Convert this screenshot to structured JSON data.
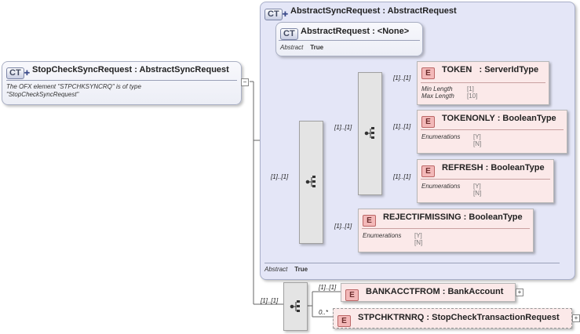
{
  "root": {
    "tag": "CT",
    "title": "StopCheckSyncRequest : AbstractSyncRequest",
    "doc_line1": "The OFX element \"STPCHKSYNCRQ\" is of type",
    "doc_line2": "\"StopCheckSyncRequest\"",
    "collapse": "−"
  },
  "abstract_sync": {
    "tag": "CT",
    "title": "AbstractSyncRequest : AbstractRequest",
    "abstract_label": "Abstract",
    "abstract_value": "True"
  },
  "abstract_request": {
    "tag": "CT",
    "title": "AbstractRequest : <None>",
    "abstract_label": "Abstract",
    "abstract_value": "True"
  },
  "elements": {
    "token": {
      "tag": "E",
      "title": "TOKEN   : ServerIdType",
      "cardinality": "[1]..[1]",
      "facets": [
        {
          "key": "Min Length",
          "value": "[1]"
        },
        {
          "key": "Max Length",
          "value": "[10]"
        }
      ]
    },
    "tokenonly": {
      "tag": "E",
      "title": "TOKENONLY : BooleanType",
      "cardinality": "[1]..[1]",
      "enum_label": "Enumerations",
      "enum_values": [
        "[Y]",
        "[N]"
      ]
    },
    "refresh": {
      "tag": "E",
      "title": "REFRESH : BooleanType",
      "cardinality": "[1]..[1]",
      "enum_label": "Enumerations",
      "enum_values": [
        "[Y]",
        "[N]"
      ]
    },
    "rejectifmissing": {
      "tag": "E",
      "title": "REJECTIFMISSING : BooleanType",
      "cardinality": "[1]..[1]",
      "enum_label": "Enumerations",
      "enum_values": [
        "[Y]",
        "[N]"
      ]
    },
    "bankacctfrom": {
      "tag": "E",
      "title": "BANKACCTFROM : BankAccount",
      "cardinality": "[1]..[1]",
      "expand": "+"
    },
    "stpchktrnrq": {
      "tag": "E",
      "title": "STPCHKTRNRQ : StopCheckTransactionRequest",
      "cardinality": "0..*",
      "expand": "+"
    }
  },
  "sequences": {
    "inner_choice_card": "[1]..[1]",
    "outer_seq_card": "[1]..[1]",
    "bottom_seq_card": "[1]..[1]"
  }
}
